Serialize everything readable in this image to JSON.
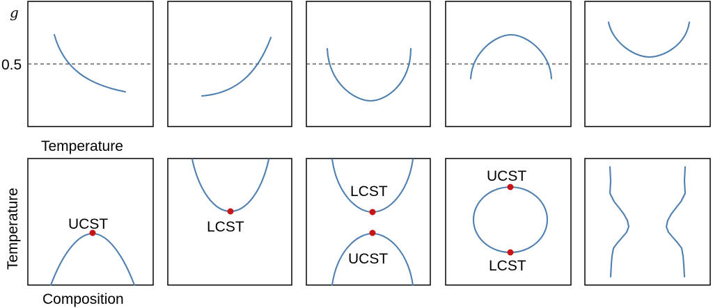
{
  "top_row": {
    "y_axis_label": "g",
    "reference_label": "0.5",
    "x_axis_label": "Temperature"
  },
  "bottom_row": {
    "y_axis_label": "Temperature",
    "x_axis_label": "Composition"
  },
  "panel_labels": {
    "p1_ucst": "UCST",
    "p2_lcst": "LCST",
    "p3_lcst": "LCST",
    "p3_ucst": "UCST",
    "p4_ucst": "UCST",
    "p4_lcst": "LCST"
  },
  "colors": {
    "curve": "#4f7fae",
    "critical_point": "#c81414",
    "frame": "#111111"
  }
}
